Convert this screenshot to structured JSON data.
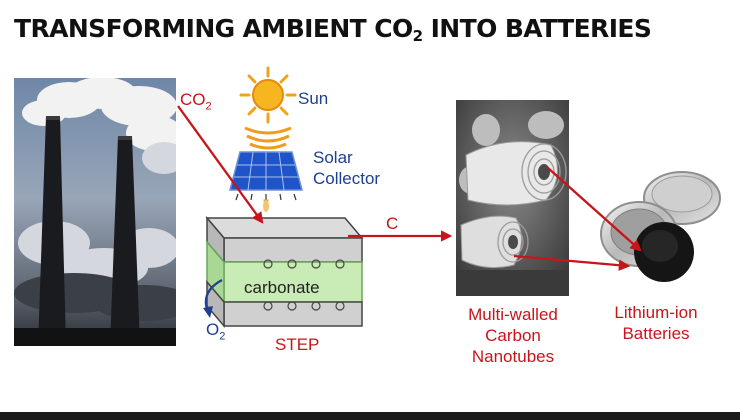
{
  "title": {
    "main": "TRANSFORMING AMBIENT CO",
    "sub": "2",
    "rest": " INTO BATTERIES"
  },
  "labels": {
    "co2_main": "CO",
    "co2_sub": "2",
    "sun": "Sun",
    "solar_1": "Solar",
    "solar_2": "Collector",
    "c": "C",
    "carbonate": "carbonate",
    "o2_main": "O",
    "o2_sub": "2",
    "step": "STEP",
    "nano_1": "Multi-walled",
    "nano_2": "Carbon",
    "nano_3": "Nanotubes",
    "li_1": "Lithium-ion",
    "li_2": "Batteries"
  },
  "colors": {
    "accent_red": "#c8141b",
    "accent_blue": "#1f3f8f",
    "carbonate_green": "#c9ebb6"
  }
}
